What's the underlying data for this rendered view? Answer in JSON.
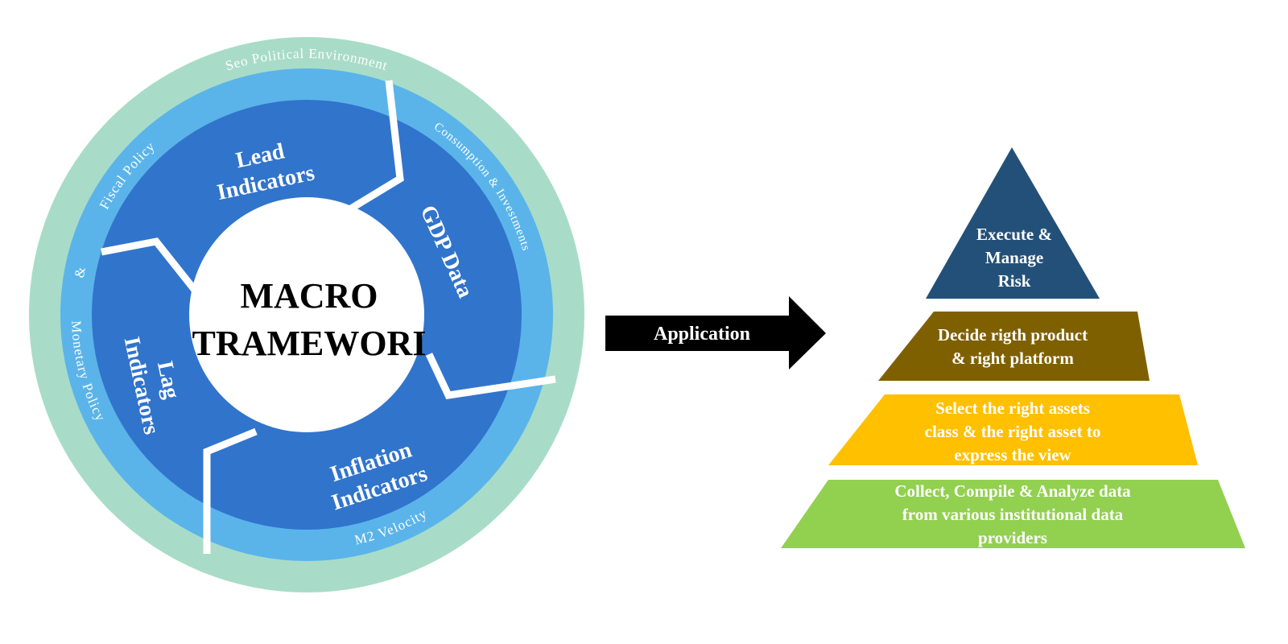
{
  "macro_framework": {
    "core_title_line1": "MACRO",
    "core_title_line2": "TRAMEWORI",
    "segments": [
      {
        "line1": "Lead",
        "line2": "Indicators"
      },
      {
        "line1": "GDP Data",
        "line2": ""
      },
      {
        "line1": "Inflation",
        "line2": "Indicators"
      },
      {
        "line1": "Lag",
        "line2": "Indicators"
      }
    ],
    "middle_ring_labels": {
      "fiscal_policy": "Fiscal Policy",
      "consumption": "Consumption & Investments",
      "m2_velocity": "M2 Velocity",
      "monetary_policy": "Monetary Policy",
      "ampersand": "&"
    },
    "outer_ring_label": "Seo Political Environment",
    "colors": {
      "outer_ring": "#A8DCC8",
      "middle_ring": "#5AB4EA",
      "inner_ring": "#3174CC",
      "core": "#FFFFFF",
      "divider": "#FFFFFF"
    }
  },
  "arrow": {
    "label": "Application",
    "color": "#000000"
  },
  "pyramid": {
    "tiers": [
      {
        "lines": [
          "Execute &",
          "Manage",
          "Risk"
        ],
        "color": "#235078"
      },
      {
        "lines": [
          "Decide rigth product",
          "& right platform"
        ],
        "color": "#7F6000"
      },
      {
        "lines": [
          "Select the right assets",
          "class & the right asset to",
          "express the view"
        ],
        "color": "#FFC000"
      },
      {
        "lines": [
          "Collect, Compile & Analyze data",
          "from various institutional data",
          "providers"
        ],
        "color": "#92D050"
      }
    ]
  }
}
